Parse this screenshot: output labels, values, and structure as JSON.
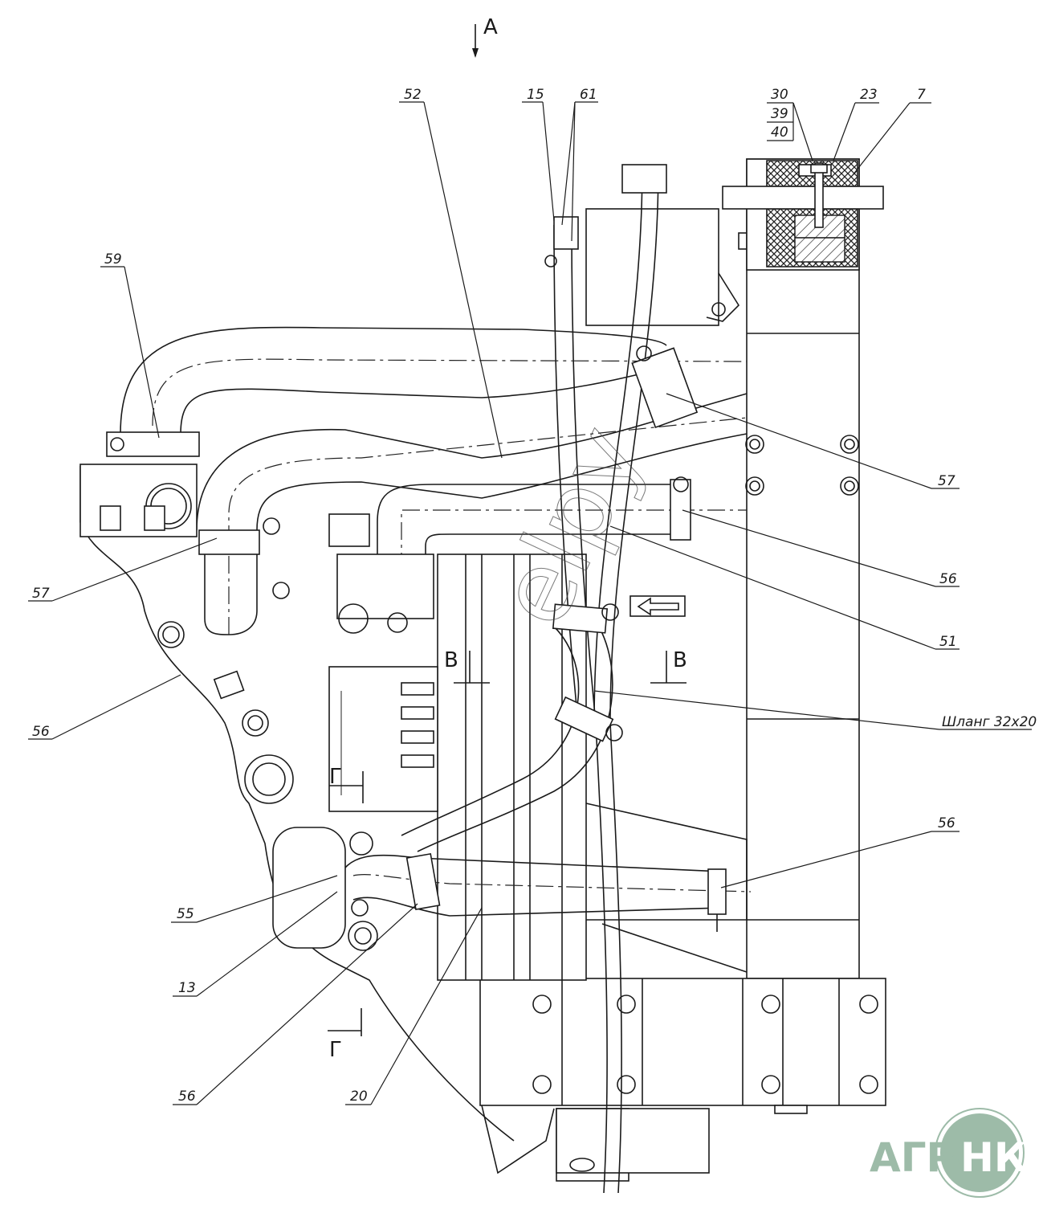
{
  "drawing": {
    "title": "Engine cooling system hose routing assembly",
    "view_marks": {
      "view_a": "А",
      "section_v_left": "В",
      "section_v_right": "В",
      "section_g_top": "Г",
      "section_g_bottom": "Г"
    },
    "callouts": [
      {
        "id": "c52",
        "text": "52"
      },
      {
        "id": "c15",
        "text": "15"
      },
      {
        "id": "c61",
        "text": "61"
      },
      {
        "id": "c30",
        "text": "30"
      },
      {
        "id": "c39",
        "text": "39"
      },
      {
        "id": "c40",
        "text": "40"
      },
      {
        "id": "c23",
        "text": "23"
      },
      {
        "id": "c7",
        "text": "7"
      },
      {
        "id": "c59",
        "text": "59"
      },
      {
        "id": "c57_right",
        "text": "57"
      },
      {
        "id": "c57_left",
        "text": "57"
      },
      {
        "id": "c56_upper_right",
        "text": "56"
      },
      {
        "id": "c51",
        "text": "51"
      },
      {
        "id": "c56_left",
        "text": "56"
      },
      {
        "id": "c_hose",
        "text": "Шланг 32x20"
      },
      {
        "id": "c56_lower_right",
        "text": "56"
      },
      {
        "id": "c55",
        "text": "55"
      },
      {
        "id": "c13",
        "text": "13"
      },
      {
        "id": "c56_bottom",
        "text": "56"
      },
      {
        "id": "c20",
        "text": "20"
      }
    ],
    "watermark": "elpy",
    "logo": {
      "left_text": "АГРО",
      "right_text": "НКА",
      "color": "#9dbba8"
    }
  }
}
